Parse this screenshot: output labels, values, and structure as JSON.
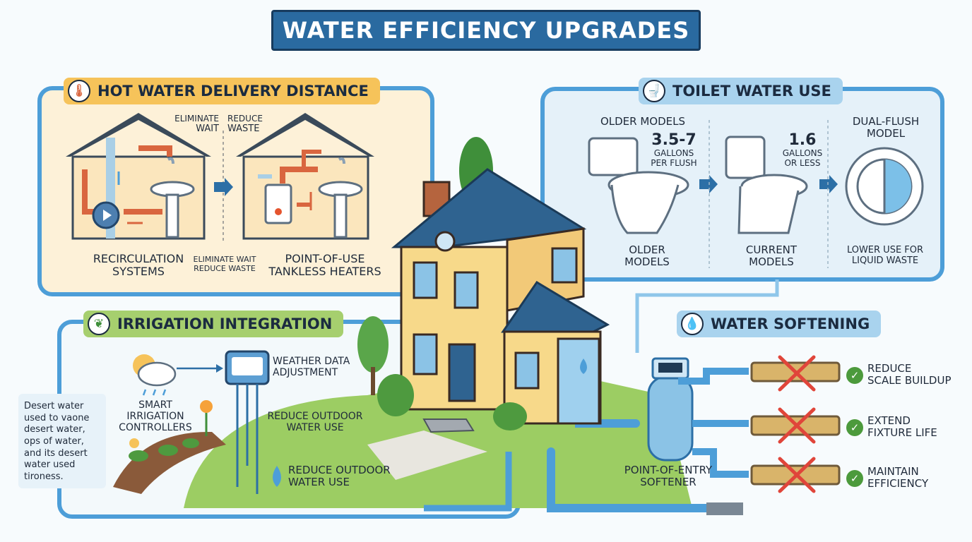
{
  "title": "WATER EFFICIENCY UPGRADES",
  "hot_water": {
    "heading": "HOT WATER DELIVERY DISTANCE",
    "icon": "thermometer-icon",
    "tag_left_1": "ELIMINATE",
    "tag_left_2": "WAIT",
    "tag_right_1": "REDUCE",
    "tag_right_2": "WASTE",
    "recirc_1": "RECIRCULATION",
    "recirc_2": "SYSTEMS",
    "mid_1": "ELIMINATE WAIT",
    "mid_2": "REDUCE WASTE",
    "pou_1": "POINT-OF-USE",
    "pou_2": "TANKLESS HEATERS"
  },
  "toilet": {
    "heading": "TOILET WATER USE",
    "icon": "toilet-icon",
    "older_top": "OLDER MODELS",
    "older_gallons_1": "3.5-7",
    "older_gallons_2": "GALLONS",
    "older_gallons_3": "PER FLUSH",
    "current_gallons_1": "1.6",
    "current_gallons_2": "GALLONS",
    "current_gallons_3": "OR LESS",
    "dual_1": "DUAL-FLUSH",
    "dual_2": "MODEL",
    "older_bottom_1": "OLDER",
    "older_bottom_2": "MODELS",
    "current_bottom_1": "CURRENT",
    "current_bottom_2": "MODELS",
    "lower_1": "LOWER USE FOR",
    "lower_2": "LIQUID WASTE"
  },
  "irrigation": {
    "heading": "IRRIGATION INTEGRATION",
    "icon": "plant-icon",
    "weather_1": "WEATHER DATA",
    "weather_2": "ADJUSTMENT",
    "smart_1": "SMART",
    "smart_2": "IRRIGATION",
    "smart_3": "CONTROLLERS",
    "reduce_a_1": "REDUCE OUTDOOR",
    "reduce_a_2": "WATER USE",
    "reduce_b_1": "REDUCE OUTDOOR",
    "reduce_b_2": "WATER USE",
    "note": "Desert water\nused to vaone\ndesert water,\nops of water,\nand its desert\nwater used\ntironess."
  },
  "softening": {
    "heading": "WATER SOFTENING",
    "icon": "water-drop-icon",
    "softener_1": "POINT-OF-ENTRY",
    "softener_2": "SOFTENER",
    "benefits": [
      {
        "l1": "REDUCE",
        "l2": "SCALE BUILDUP"
      },
      {
        "l1": "EXTEND",
        "l2": "FIXTURE LIFE"
      },
      {
        "l1": "MAINTAIN",
        "l2": "EFFICIENCY"
      }
    ]
  },
  "colors": {
    "pipe": "#4d9ed8",
    "pipe_dark": "#2c6fa6",
    "hot_pipe": "#d9663f",
    "hot_panel": "#fdf1d8",
    "hot_banner": "#f6c35a",
    "toilet_panel": "#e5f1f9",
    "toilet_banner": "#a9d3ee",
    "irr_banner": "#a6cf6e",
    "soft_banner": "#a9d3ee",
    "house_wall": "#f7d98a",
    "roof": "#2f6390",
    "grass": "#8cc455",
    "red_x": "#e0453a",
    "check": "#4c9a3c"
  }
}
